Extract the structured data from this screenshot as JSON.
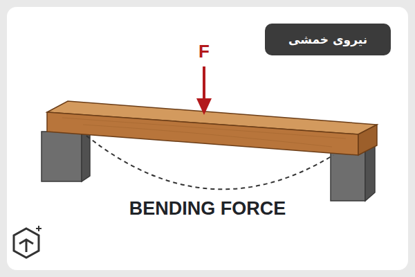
{
  "diagram": {
    "nodes": [
      {
        "text": [
          "نیروی خمشی"
        ]
      }
    ],
    "labels": [
      "F",
      "BENDING FORCE"
    ]
  }
}
